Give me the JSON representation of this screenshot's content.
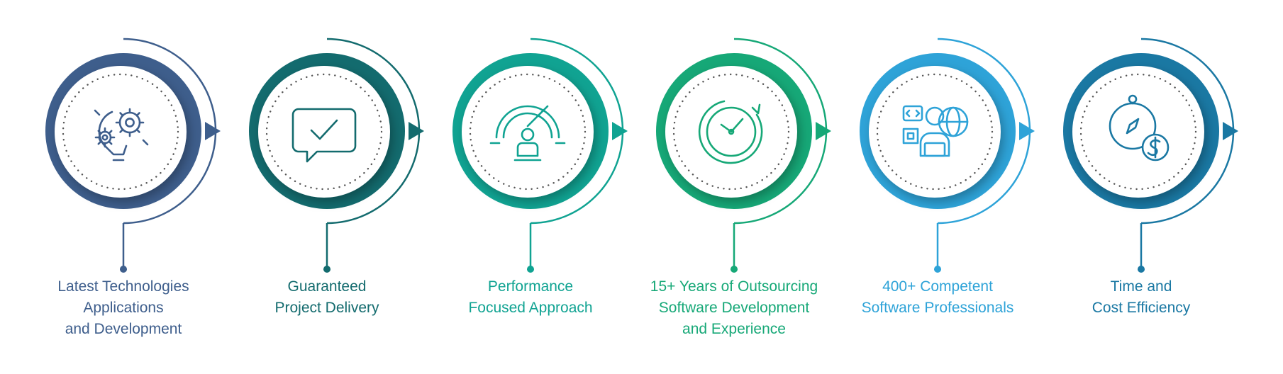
{
  "steps": [
    {
      "id": "latest-technologies",
      "color": "#3e5e8c",
      "icon": "gears-lightbulb-icon",
      "lines": [
        "Latest Technologies",
        "Applications",
        "and Development"
      ]
    },
    {
      "id": "guaranteed-delivery",
      "color": "#136b6e",
      "icon": "checkmark-speech-bubble-icon",
      "lines": [
        "Guaranteed",
        "Project Delivery"
      ]
    },
    {
      "id": "performance-focused",
      "color": "#10a392",
      "icon": "performance-gauge-icon",
      "lines": [
        "Performance",
        "Focused Approach"
      ]
    },
    {
      "id": "years-outsourcing",
      "color": "#16a877",
      "icon": "stopwatch-icon",
      "lines": [
        "15+ Years of Outsourcing",
        "Software Development",
        "and Experience"
      ]
    },
    {
      "id": "competent-professionals",
      "color": "#2ea3d8",
      "icon": "developer-globe-icon",
      "lines": [
        "400+ Competent",
        "Software Professionals"
      ]
    },
    {
      "id": "time-cost-efficiency",
      "color": "#1a78a3",
      "icon": "stopwatch-dollar-icon",
      "lines": [
        "Time and",
        "Cost Efficiency"
      ]
    }
  ]
}
